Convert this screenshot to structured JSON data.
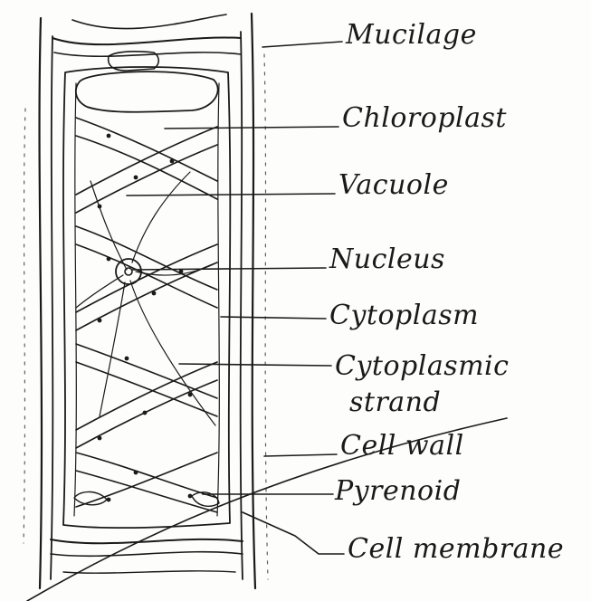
{
  "labels": {
    "mucilage": "Mucilage",
    "chloroplast": "Chloroplast",
    "vacuole": "Vacuole",
    "nucleus": "Nucleus",
    "cytoplasm": "Cytoplasm",
    "cytoplasmic_strand_line1": "Cytoplasmic",
    "cytoplasmic_strand_line2": "strand",
    "cell_wall": "Cell wall",
    "pyrenoid": "Pyrenoid",
    "cell_membrane": "Cell membrane"
  },
  "colors": {
    "ink": "#1a1a1a",
    "paper": "#fdfdfb"
  }
}
